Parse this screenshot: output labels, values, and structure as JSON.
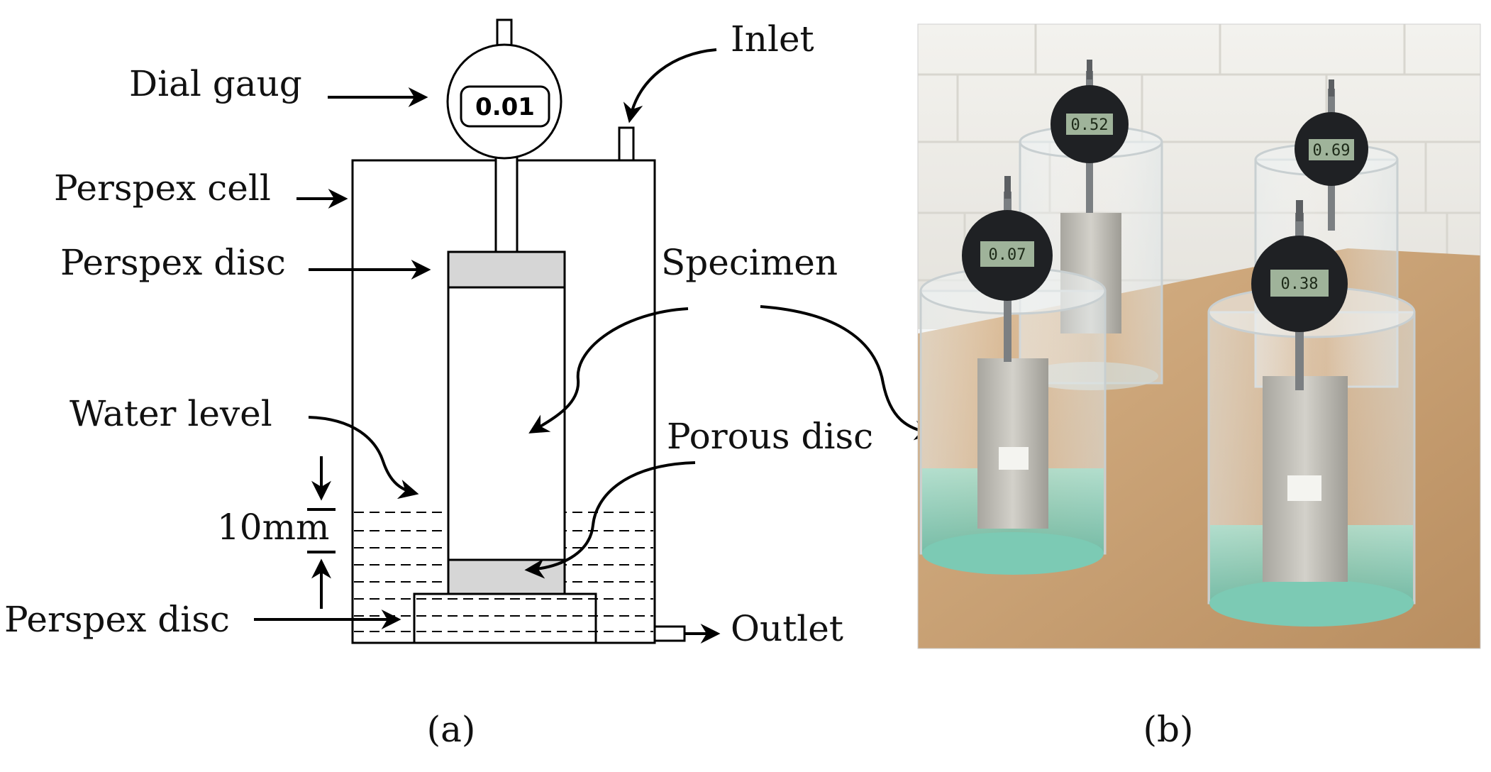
{
  "panel_a": {
    "labels": {
      "dial_gauge": "Dial gaug",
      "inlet": "Inlet",
      "perspex_cell": "Perspex cell",
      "perspex_disc_top": "Perspex disc",
      "specimen": "Specimen",
      "water_level": "Water level",
      "porous_disc": "Porous disc",
      "ten_mm": "10mm",
      "perspex_disc_bottom": "Perspex disc",
      "outlet": "Outlet"
    },
    "gauge_reading": "0.01",
    "caption": "(a)"
  },
  "panel_b": {
    "caption": "(b)",
    "colors": {
      "wall": "#ecebe6",
      "bench": "#c9a277",
      "water": "#8fd6c4",
      "gauge_body": "#1f2124",
      "lcd": "#9fb39a"
    }
  },
  "colors": {
    "line": "#000000",
    "disc_fill": "#d6d6d6"
  }
}
